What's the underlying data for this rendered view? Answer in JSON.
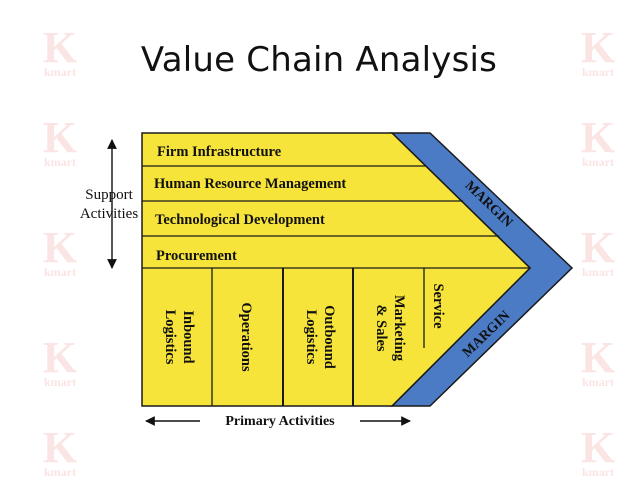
{
  "title": "Value Chain Analysis",
  "watermark": {
    "letter": "K",
    "word": "kmart"
  },
  "support_label": {
    "line1": "Support",
    "line2": "Activities"
  },
  "primary_label": "Primary Activities",
  "support_activities": [
    "Firm Infrastructure",
    "Human Resource Management",
    "Technological Development",
    "Procurement"
  ],
  "primary_activities": [
    {
      "line1": "Inbound",
      "line2": "Logistics"
    },
    {
      "line1": "Operations",
      "line2": ""
    },
    {
      "line1": "Outbound",
      "line2": "Logistics"
    },
    {
      "line1": "Marketing",
      "line2": "& Sales"
    },
    {
      "line1": "Service",
      "line2": ""
    }
  ],
  "margin_label_top": "MARGIN",
  "margin_label_bottom": "MARGIN",
  "colors": {
    "activity_fill": "#F7E43A",
    "margin_fill": "#4A7BC4",
    "outline": "#1a1a1a",
    "watermark": "#FBE4E4"
  }
}
